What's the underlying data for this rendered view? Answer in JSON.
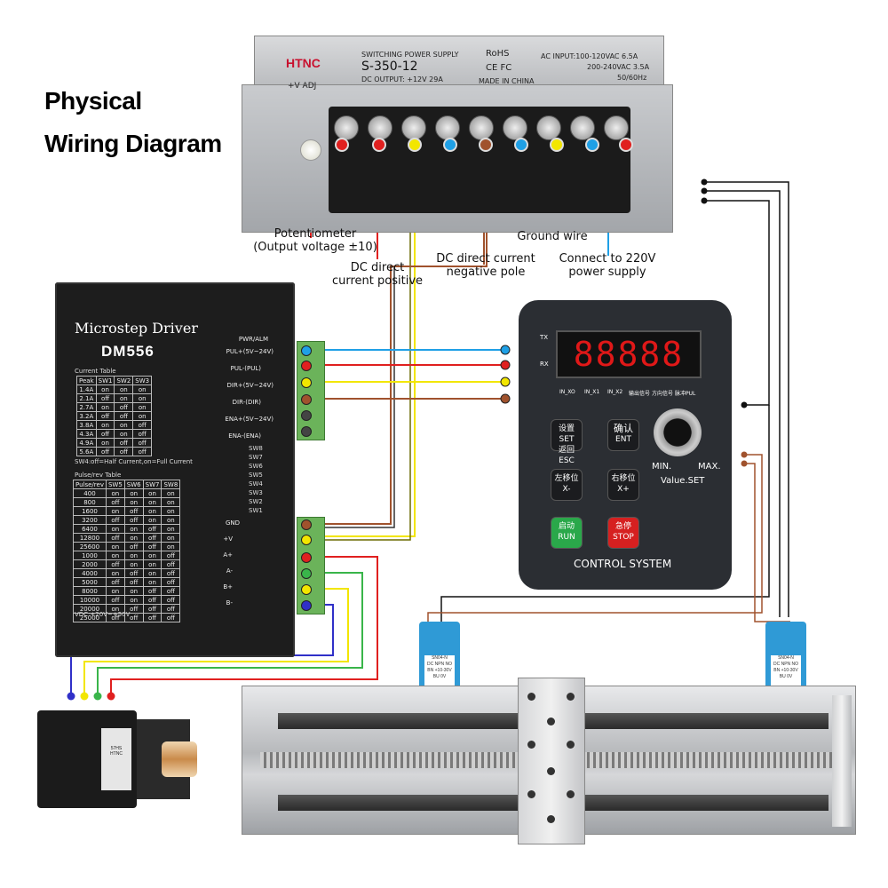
{
  "title": {
    "line1": "Physical",
    "line2": "Wiring Diagram"
  },
  "power_supply": {
    "brand": "HTNC",
    "type": "SWITCHING POWER SUPPLY",
    "model": "S-350-12",
    "output": "DC OUTPUT: +12V 29A",
    "rohs": "RoHS",
    "cert": "CE FC",
    "made": "MADE IN CHINA",
    "ac_input_1": "AC INPUT:100-120VAC 6.5A",
    "ac_input_2": "200-240VAC 3.5A",
    "freq": "50/60Hz",
    "adj": "+V ADJ"
  },
  "labels": {
    "potentiometer_1": "Potentiometer",
    "potentiometer_2": "(Output voltage ±10)",
    "dc_pos_1": "DC direct",
    "dc_pos_2": "current positive",
    "dc_neg_1": "DC direct current",
    "dc_neg_2": "negative pole",
    "ground": "Ground wire",
    "ac_1": "Connect to 220V",
    "ac_2": "power supply"
  },
  "driver": {
    "title": "Microstep Driver",
    "model": "DM556",
    "current_table_title": "Current Table",
    "current_header": [
      "Peak",
      "SW1",
      "SW2",
      "SW3"
    ],
    "current_rows": [
      [
        "1.4A",
        "on",
        "on",
        "on"
      ],
      [
        "2.1A",
        "off",
        "on",
        "on"
      ],
      [
        "2.7A",
        "on",
        "off",
        "on"
      ],
      [
        "3.2A",
        "off",
        "off",
        "on"
      ],
      [
        "3.8A",
        "on",
        "on",
        "off"
      ],
      [
        "4.3A",
        "off",
        "on",
        "off"
      ],
      [
        "4.9A",
        "on",
        "off",
        "off"
      ],
      [
        "5.6A",
        "off",
        "off",
        "off"
      ]
    ],
    "sw4_note": "SW4:off=Half Current,on=Full Current",
    "pulse_table_title": "Pulse/rev Table",
    "pulse_header": [
      "Pulse/rev",
      "SW5",
      "SW6",
      "SW7",
      "SW8"
    ],
    "pulse_rows": [
      [
        "400",
        "on",
        "on",
        "on",
        "on"
      ],
      [
        "800",
        "off",
        "on",
        "on",
        "on"
      ],
      [
        "1600",
        "on",
        "off",
        "on",
        "on"
      ],
      [
        "3200",
        "off",
        "off",
        "on",
        "on"
      ],
      [
        "6400",
        "on",
        "on",
        "off",
        "on"
      ],
      [
        "12800",
        "off",
        "on",
        "off",
        "on"
      ],
      [
        "25600",
        "on",
        "off",
        "off",
        "on"
      ],
      [
        "1000",
        "on",
        "on",
        "on",
        "off"
      ],
      [
        "2000",
        "off",
        "on",
        "on",
        "off"
      ],
      [
        "4000",
        "on",
        "off",
        "on",
        "off"
      ],
      [
        "5000",
        "off",
        "off",
        "on",
        "off"
      ],
      [
        "8000",
        "on",
        "on",
        "off",
        "off"
      ],
      [
        "10000",
        "off",
        "on",
        "off",
        "off"
      ],
      [
        "20000",
        "on",
        "off",
        "off",
        "off"
      ],
      [
        "25000",
        "off",
        "off",
        "off",
        "off"
      ]
    ],
    "vdc": "VDC:+20V~+50V",
    "switches": [
      "SW8",
      "SW7",
      "SW6",
      "SW5",
      "SW4",
      "SW3",
      "SW2",
      "SW1"
    ],
    "signal_terms": [
      "PWR/ALM",
      "PUL+(5V~24V)",
      "PUL-(PUL)",
      "DIR+(5V~24V)",
      "DIR-(DIR)",
      "ENA+(5V~24V)",
      "ENA-(ENA)"
    ],
    "power_terms": [
      "GND",
      "+V",
      "A+",
      "A-",
      "B+",
      "B-"
    ]
  },
  "control": {
    "display": "88888",
    "tx": "TX",
    "rx": "RX",
    "leds": [
      "IN_XO",
      "IN_X1",
      "IN_X2",
      "输出信号",
      "方向信号",
      "脉冲PUL"
    ],
    "set_1": "设置SET",
    "set_2": "返回ESC",
    "ent_1": "确认",
    "ent_2": "ENT",
    "left_1": "左移位",
    "left_2": "X-",
    "right_1": "右移位",
    "right_2": "X+",
    "run_1": "启动",
    "run_2": "RUN",
    "stop_1": "急停",
    "stop_2": "STOP",
    "min": "MIN.",
    "max": "MAX.",
    "value_set": "Value.SET",
    "system": "CONTROL SYSTEM"
  },
  "sensor": {
    "label_1": "SN04-N",
    "label_2": "DC NPN NO",
    "label_3": "BN +10-30V",
    "label_4": "BU 0V"
  },
  "motor": {
    "plate_1": "57HS",
    "plate_2": "HTNC"
  },
  "wire_colors": {
    "red": "#e0201f",
    "blue": "#1fa0e6",
    "yellow": "#f2e600",
    "brown": "#a0522d",
    "green": "#39b54a",
    "navy": "#3030c8",
    "black": "#111111"
  }
}
